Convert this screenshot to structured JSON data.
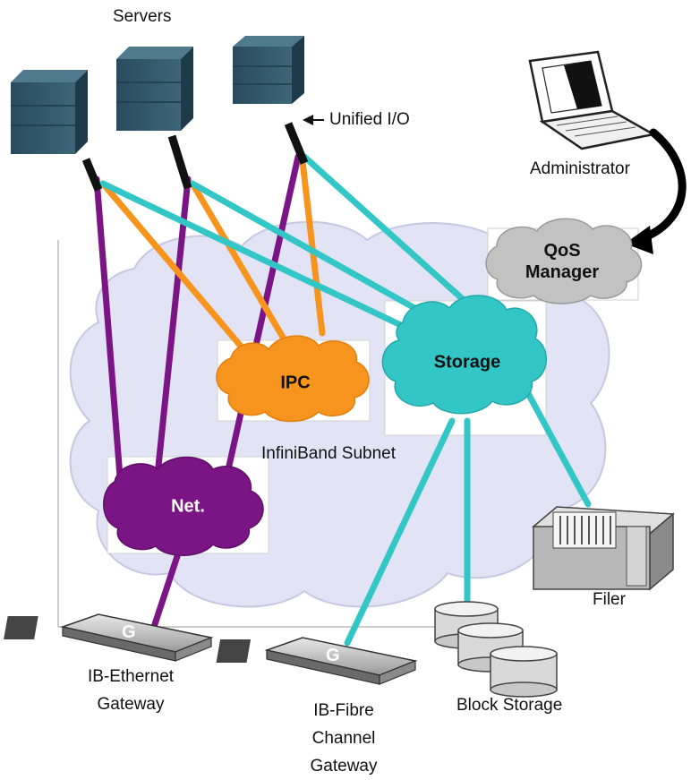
{
  "labels": {
    "servers": "Servers",
    "unified_io": "Unified I/O",
    "administrator": "Administrator",
    "qos_line1": "QoS",
    "qos_line2": "Manager",
    "ipc": "IPC",
    "storage": "Storage",
    "net": "Net.",
    "subnet": "InfiniBand Subnet",
    "filer": "Filer",
    "ib_ethernet_line1": "IB-Ethernet",
    "ib_ethernet_line2": "Gateway",
    "ib_fibre_line1": "IB-Fibre",
    "ib_fibre_line2": "Channel",
    "ib_fibre_line3": "Gateway",
    "block_storage": "Block Storage",
    "gateway_logo": "G"
  },
  "colors": {
    "net_link": "#7b1585",
    "ipc_link": "#f7941d",
    "storage_link": "#33c6c6",
    "subnet_cloud": "#e3e3f6",
    "ipc_cloud": "#f7941d",
    "storage_cloud": "#33c6c6",
    "net_cloud": "#7b1585",
    "qos_cloud": "#c2c2c2",
    "server_body": "#2f5468"
  }
}
